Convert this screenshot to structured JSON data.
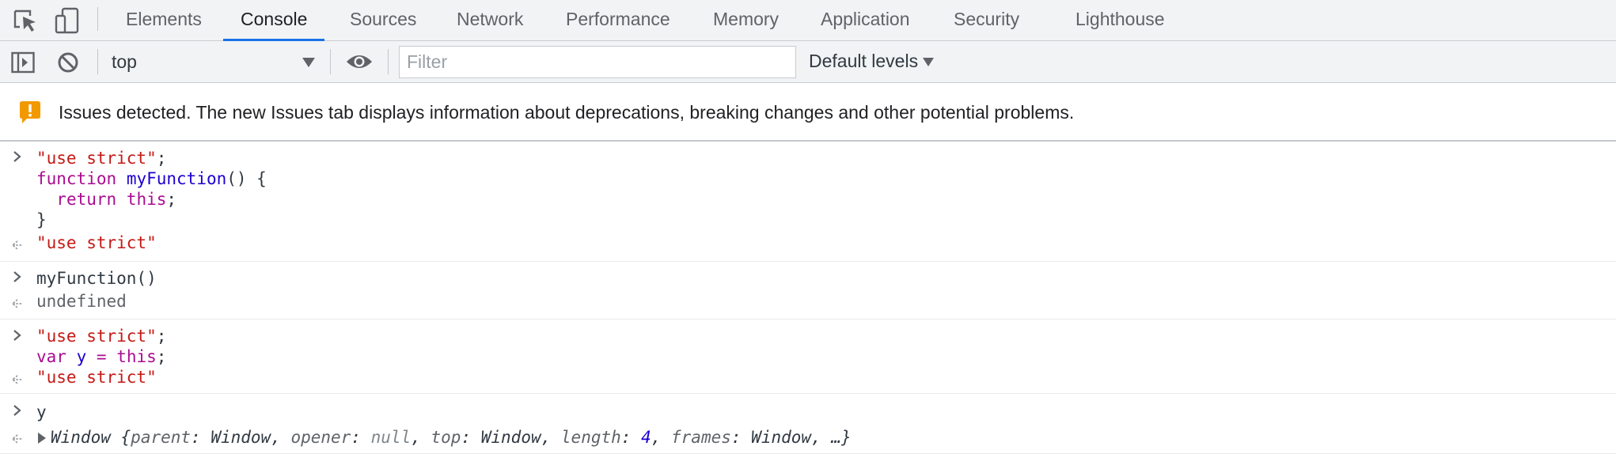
{
  "tabs": [
    "Elements",
    "Console",
    "Sources",
    "Network",
    "Performance",
    "Memory",
    "Application",
    "Security",
    "Lighthouse"
  ],
  "active_tab": "Console",
  "accent_color": "#1a73e8",
  "toolbar": {
    "context": "top",
    "filter_placeholder": "Filter",
    "filter_value": "",
    "levels_label": "Default levels"
  },
  "issues_banner": {
    "icon": "warning-icon",
    "icon_color": "#f29900",
    "text": "Issues detected. The new Issues tab displays information about deprecations, breaking changes and other potential problems."
  },
  "console": {
    "e1": {
      "l1_str": "\"use strict\"",
      "l1_punct": ";",
      "l2_kw": "function",
      "l2_name": "myFunction",
      "l2_rest": "() {",
      "l3_kw1": "return",
      "l3_kw2": "this",
      "l3_punct": ";",
      "l4": "}"
    },
    "r1": "\"use strict\"",
    "e2": "myFunction()",
    "r2": "undefined",
    "e3": {
      "l1_str": "\"use strict\"",
      "l1_punct": ";",
      "l2_kw": "var",
      "l2_name": "y",
      "l2_eq": "=",
      "l2_this": "this",
      "l2_punct": ";"
    },
    "r3": "\"use strict\"",
    "e4": "y",
    "r4": {
      "name": "Window",
      "open": "{",
      "k1": "parent",
      "v1": "Window",
      "k2": "opener",
      "v2": "null",
      "k3": "top",
      "v3": "Window",
      "k4": "length",
      "v4": "4",
      "k5": "frames",
      "v5": "Window",
      "more": "…}"
    }
  }
}
